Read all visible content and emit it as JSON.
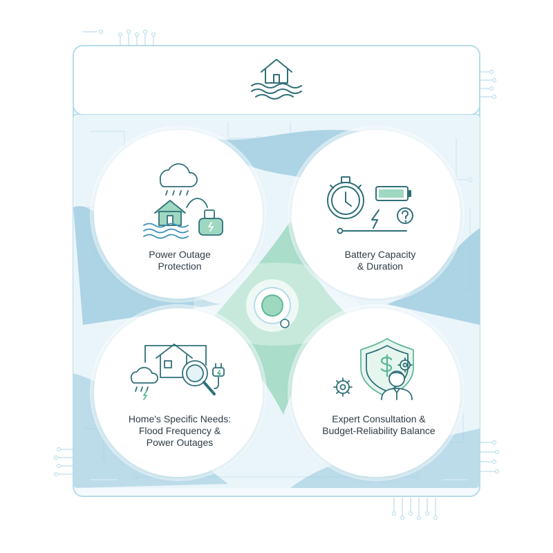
{
  "cards": {
    "power": {
      "label": "Power Outage\nProtection"
    },
    "battery": {
      "label": "Battery Capacity\n& Duration"
    },
    "home": {
      "label": "Home's Specific Needs:\nFlood Frequency &\nPower Outages"
    },
    "expert": {
      "label": "Expert Consultation &\nBudget-Reliability Balance"
    }
  },
  "colors": {
    "frame_stroke": "#b8dbe9",
    "panel_fill": "#eaf5fa",
    "blue_region": "#9dcce0",
    "green_region": "#9fd8c1",
    "icon_teal": "#2f6f78",
    "icon_green": "#5fb89a",
    "text": "#2e3b44"
  },
  "icons": {
    "header": "flooded-house-icon",
    "power": "flood-house-generator-icon",
    "battery": "stopwatch-battery-icon",
    "home": "house-magnifier-storm-icon",
    "expert": "shield-dollar-consultant-icon",
    "center": "center-node-icon"
  }
}
